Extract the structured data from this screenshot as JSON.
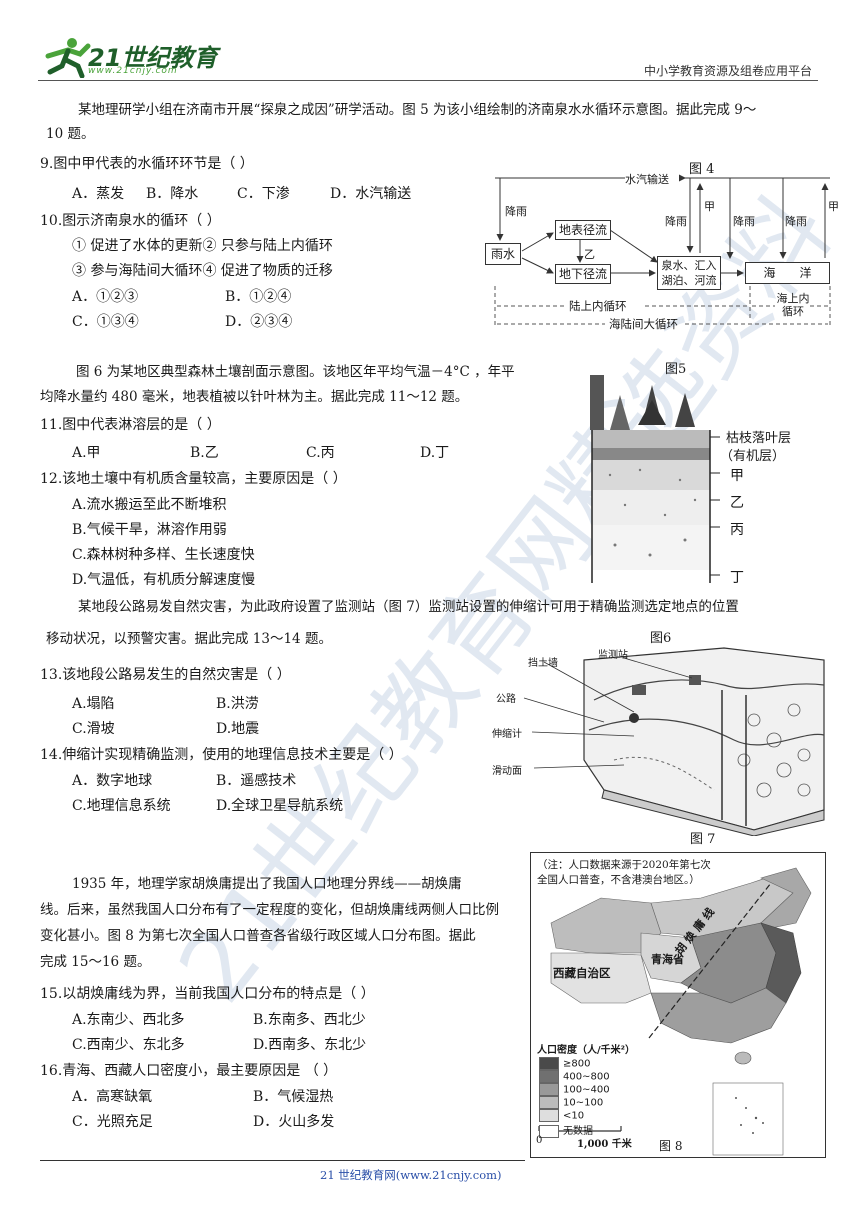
{
  "header": {
    "logo_text": "21世纪教育",
    "logo_url_text": "www.21cnjy.com",
    "right_text": "中小学教育资源及组卷应用平台"
  },
  "intro1": {
    "line1": "某地理研学小组在济南市开展“探泉之成因”研学活动。图 5  为该小组绘制的济南泉水水循环示意图。据此完成 9～",
    "line2": "10 题。"
  },
  "q9": {
    "stem": "9.图中甲代表的水循环环节是（   ）",
    "options": [
      "A．蒸发",
      "B．降水",
      "C．下渗",
      "D．水汽输送"
    ]
  },
  "q10": {
    "stem": "10.图示济南泉水的循环（    ）",
    "s1": "①  促进了水体的更新② 只参与陆上内循环",
    "s2": "③  参与海陆间大循环④  促进了物质的迁移",
    "options": [
      "A．①②③",
      "B．①②④",
      "C．①③④",
      "D．②③④"
    ]
  },
  "fig4": {
    "title": "图 4",
    "vapor": "水汽输送",
    "jia": "甲",
    "rain": "降雨",
    "rain_box": "雨水",
    "surface": "地表径流",
    "yi": "乙",
    "ground": "地下径流",
    "spring": "泉水、汇入湖泊、河流",
    "ocean": "海　　洋",
    "land_cycle": "陆上内循环",
    "sea_cycle": "海上内循环",
    "big_cycle": "海陆间大循环"
  },
  "fig5_caption": "图5",
  "intro2": {
    "line1": "图  6  为某地区典型森林土壤剖面示意图。该地区年平均气温－4°C  ，年平",
    "line2": "均降水量约  480 毫米，地表植被以针叶林为主。据此完成  11～12  题。"
  },
  "q11": {
    "stem": "11.图中代表淋溶层的是（    ）",
    "options": [
      "A.甲",
      "B.乙",
      "C.丙",
      "D.丁"
    ]
  },
  "q12": {
    "stem": "12.该地土壤中有机质含量较高，主要原因是（    ）",
    "options": [
      "A.流水搬运至此不断堆积",
      "B.气候干旱，淋溶作用弱",
      "C.森林树种多样、生长速度快",
      "D.气温低，有机质分解速度慢"
    ]
  },
  "fig6": {
    "litter": "枯枝落叶层",
    "organic": "（有机层）",
    "labels": [
      "甲",
      "乙",
      "丙",
      "丁"
    ],
    "caption": "图6"
  },
  "intro3": {
    "line1": "某地段公路易发自然灾害，为此政府设置了监测站（图 7）监测站设置的伸缩计可用于精确监测选定地点的位置",
    "line2": "移动状况，以预警灾害。据此完成 13～14  题。"
  },
  "q13": {
    "stem": "13.该地段公路易发生的自然灾害是（    ）",
    "options": [
      "A.塌陷",
      "B.洪涝",
      "C.滑坡",
      "D.地震"
    ]
  },
  "q14": {
    "stem": "14.伸缩计实现精确监测，使用的地理信息技术主要是（    ）",
    "options": [
      "A．数字地球",
      "B．遥感技术",
      "C.地理信息系统",
      "D.全球卫星导航系统"
    ]
  },
  "fig7": {
    "labels": [
      "挡土墙",
      "监测站",
      "公路",
      "伸缩计",
      "滑动面"
    ],
    "caption": "图  7"
  },
  "intro4": {
    "line1": "1935  年，地理学家胡焕庸提出了我国人口地理分界线——胡焕庸",
    "line2": "线。后来，虽然我国人口分布有了一定程度的变化，但胡焕庸线两侧人口比例",
    "line3": "变化甚小。图 8  为第七次全国人口普查各省级行政区域人口分布图。据此",
    "line4": "完成  15～16  题。"
  },
  "q15": {
    "stem": "15.以胡焕庸线为界，当前我国人口分布的特点是（   ）",
    "options": [
      "A.东南少、西北多",
      "B.东南多、西北少",
      "C.西南少、东北多",
      "D.西南多、东北少"
    ]
  },
  "q16": {
    "stem": "16.青海、西藏人口密度小，最主要原因是  （    ）",
    "options": [
      "A．高寒缺氧",
      "B．气候湿热",
      "C．光照充足",
      "D．火山多发"
    ]
  },
  "fig8": {
    "note1": "（注：人口数据来源于2020年第七次",
    "note2": "全国人口普查，不含港澳台地区。）",
    "qinghai": "青海省",
    "xizang": "西藏自治区",
    "line_label": "胡  焕  庸  线",
    "legend_title": "人口密度（人/千米²）",
    "legend": [
      "≥800",
      "400~800",
      "100~400",
      "10~100",
      "<10",
      "无数据"
    ],
    "scale_zero": "0",
    "scale": "1,000 千米",
    "caption": "图 8"
  },
  "footer": "21 世纪教育网(www.21cnjy.com)",
  "watermark": "21世纪教育网精选资料",
  "colors": {
    "logo_green": "#4aa33a",
    "logo_dark": "#1f5f2a",
    "watermark": "#7896be"
  }
}
